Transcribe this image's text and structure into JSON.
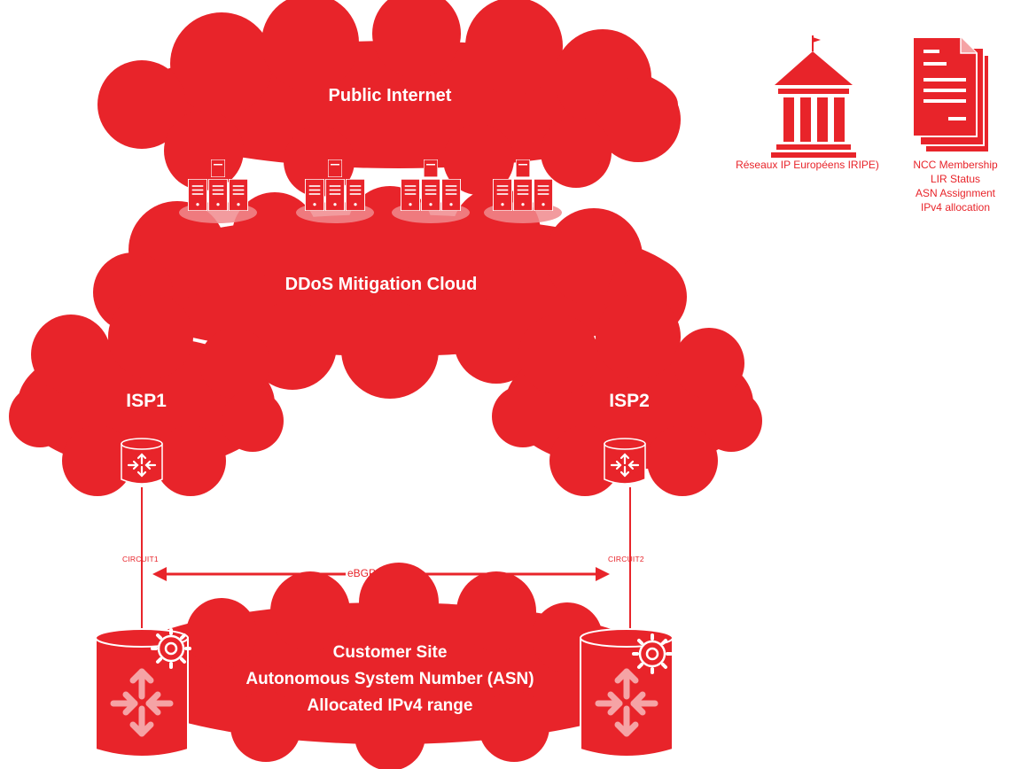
{
  "colors": {
    "brand_red": "#e8242a",
    "white": "#ffffff"
  },
  "clouds": {
    "public_internet": "Public Internet",
    "ddos": "DDoS Mitigation Cloud",
    "isp1": "ISP1",
    "isp2": "ISP2"
  },
  "customer_site": {
    "line1": "Customer Site",
    "line2": "Autonomous System Number (ASN)",
    "line3": "Allocated IPv4 range"
  },
  "links": {
    "circuit1": "CIRCUIT1",
    "circuit2": "CIRCUIT2",
    "protocol": "eBGP4"
  },
  "registry": {
    "ripe_label": "Réseaux IP Européens IRIPE)",
    "items": [
      "NCC Membership",
      "LIR Status",
      "ASN Assignment",
      "IPv4 allocation"
    ]
  },
  "icons": [
    "server-cluster-icon",
    "router-icon",
    "gear-icon",
    "building-icon",
    "document-icon"
  ]
}
